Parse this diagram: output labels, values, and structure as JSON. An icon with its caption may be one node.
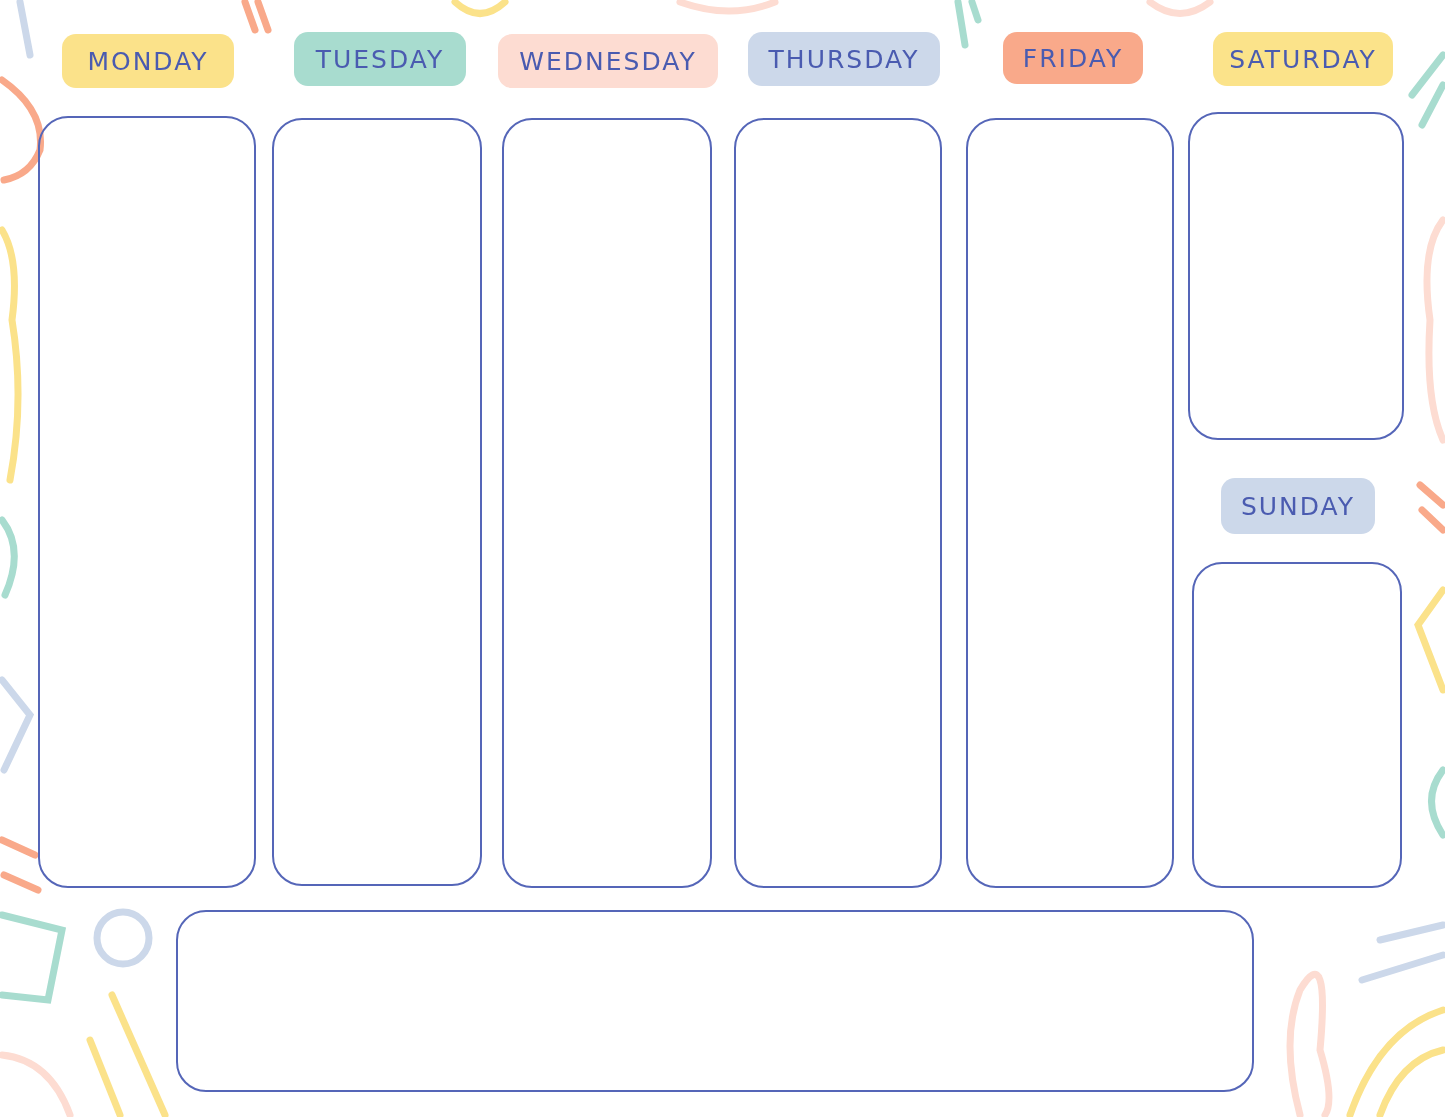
{
  "diagram": {
    "nodes": [
      {
        "text": [
          "MONDAY"
        ]
      },
      {
        "text": [
          "TUESDAY"
        ]
      },
      {
        "text": [
          "WEDNESDAY"
        ]
      },
      {
        "text": [
          "THURSDAY"
        ]
      },
      {
        "text": [
          "FRIDAY"
        ]
      },
      {
        "text": [
          "SATURDAY"
        ]
      },
      {
        "text": [],
        "shape": "box"
      },
      {
        "text": [],
        "shape": "box"
      },
      {
        "text": [],
        "shape": "box"
      },
      {
        "text": [],
        "shape": "box"
      },
      {
        "text": [],
        "shape": "box"
      },
      {
        "text": [],
        "shape": "box"
      },
      {
        "text": [
          "SUNDAY"
        ]
      },
      {
        "text": [],
        "shape": "box"
      },
      {
        "text": [],
        "shape": "box"
      }
    ]
  }
}
